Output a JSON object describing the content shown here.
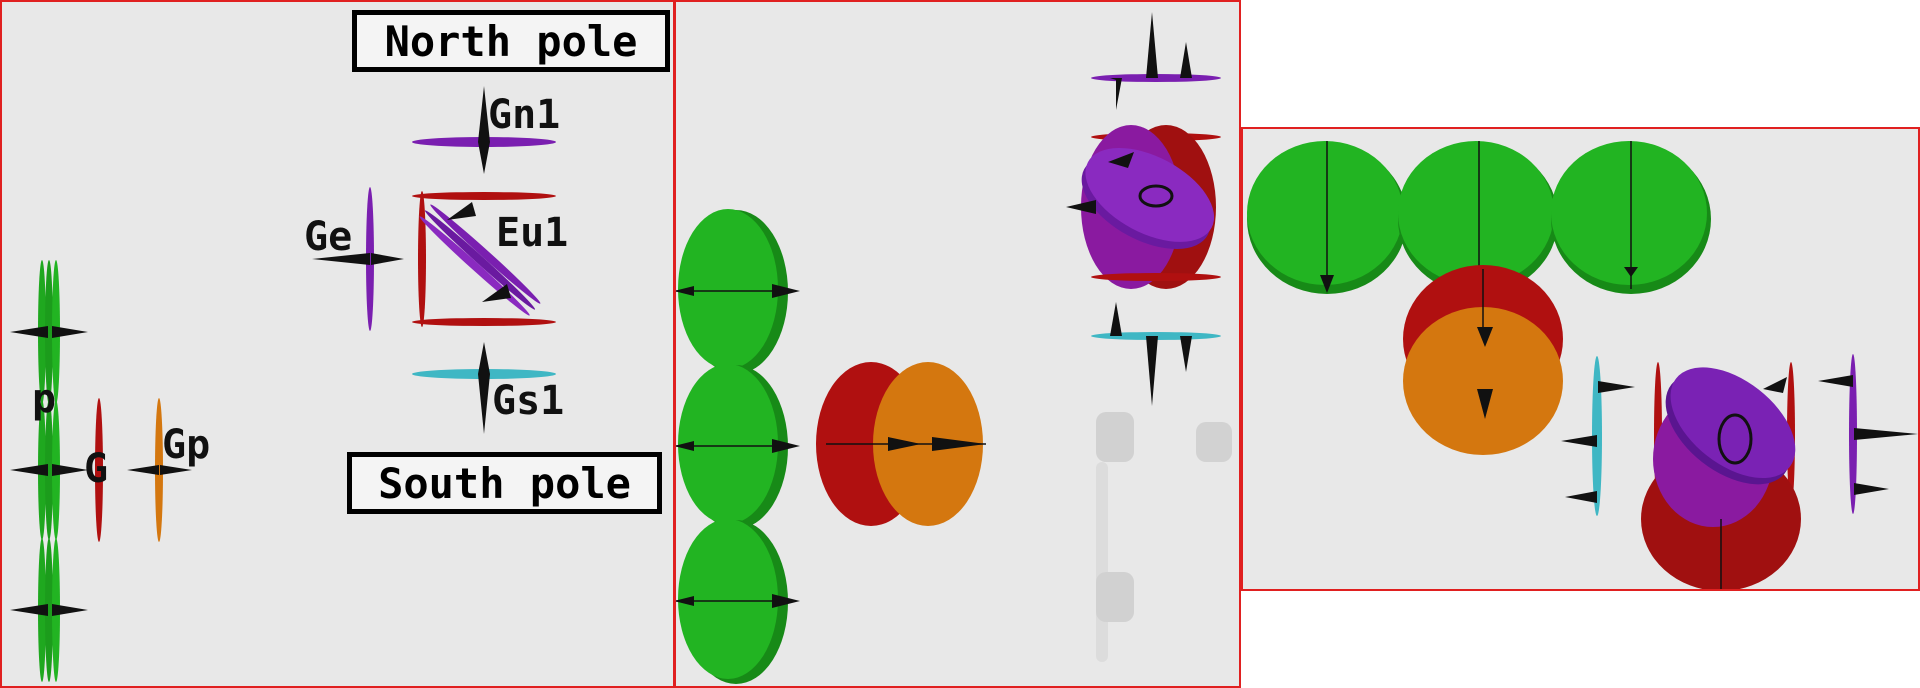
{
  "panels": [
    {
      "id": "panel-1",
      "labels": {
        "north": "North pole",
        "south": "South pole",
        "gn1": "Gn1",
        "eu1": "Eu1",
        "ge": "Ge",
        "gs1": "Gs1",
        "p": "p",
        "g": "G",
        "gp": "Gp"
      }
    },
    {
      "id": "panel-2"
    },
    {
      "id": "panel-3"
    }
  ],
  "colors": {
    "frame": "#e02020",
    "background": "#e8e8e8",
    "green": "#1fa81f",
    "red": "#b01010",
    "orange": "#d4770f",
    "purple": "#7a1fb0",
    "cyan": "#3fb7c4",
    "black": "#111111"
  },
  "icons": [
    "gear-disk",
    "cone-arrow",
    "ring-pivot"
  ]
}
